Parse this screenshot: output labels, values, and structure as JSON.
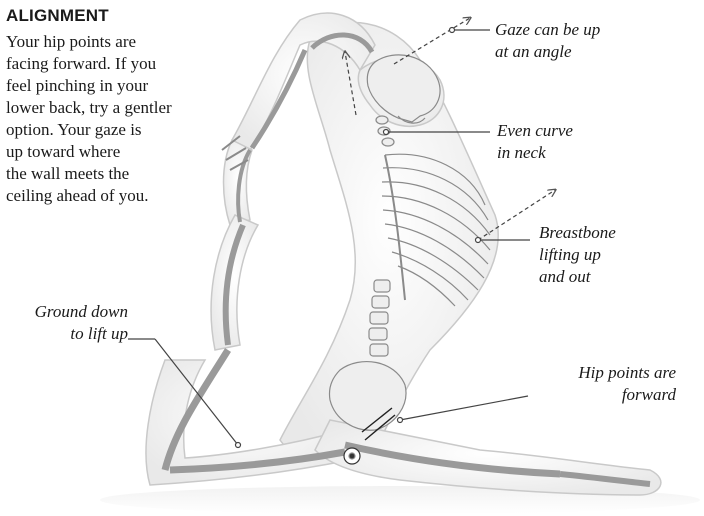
{
  "heading": "ALIGNMENT",
  "body_lines": [
    "Your hip points are",
    "facing forward. If you",
    "feel pinching in your",
    "lower back, try a gentler",
    "option. Your gaze is",
    "up toward where",
    "the wall meets the",
    "ceiling ahead of you."
  ],
  "callouts": {
    "gaze": [
      "Gaze can be up",
      "at an angle"
    ],
    "neck": [
      "Even curve",
      "in neck"
    ],
    "breastbone": [
      "Breastbone",
      "lifting up",
      "and out"
    ],
    "ground": [
      "Ground down",
      "to lift up"
    ],
    "hip": [
      "Hip points are",
      "forward"
    ]
  },
  "colors": {
    "text": "#1a1a1a",
    "body_outline": "#c9c9c9",
    "bone": "#e6e6e6",
    "bone_stroke": "#8a8a8a",
    "leader": "#444444"
  }
}
